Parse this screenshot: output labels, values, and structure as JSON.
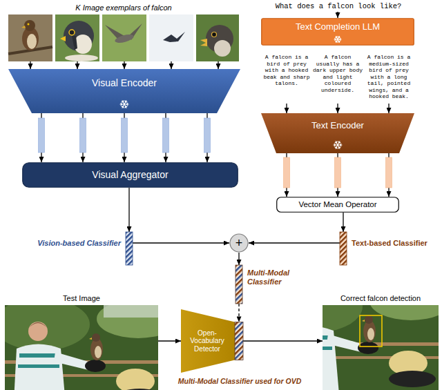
{
  "diagram": {
    "nodes": [
      {
        "text": [
          "K Image exemplars of falcon"
        ]
      },
      {
        "text": [
          "Text Completion LLM"
        ]
      },
      {
        "text": [
          "Visual Encoder"
        ]
      },
      {
        "text": [
          "Text Encoder"
        ]
      },
      {
        "text": [
          "Visual Aggregator"
        ]
      },
      {
        "text": [
          "Vector Mean Operator"
        ]
      },
      {
        "text": [
          "Vision-based Classifier"
        ]
      },
      {
        "text": [
          "+"
        ]
      },
      {
        "text": [
          "Text-based Classifier"
        ]
      },
      {
        "text": [
          "Multi-Modal Classifier"
        ]
      },
      {
        "text": [
          "Test Image"
        ]
      },
      {
        "text": [
          "Open-Vocabulary Detector"
        ]
      },
      {
        "text": [
          "Correct falcon detection"
        ]
      }
    ],
    "edges": [
      {
        "from": 0,
        "to": 2,
        "arrow": "to"
      },
      {
        "from": 0,
        "to": 2,
        "arrow": "to"
      },
      {
        "from": 0,
        "to": 2,
        "arrow": "to"
      },
      {
        "from": 0,
        "to": 2,
        "arrow": "to"
      },
      {
        "from": 0,
        "to": 2,
        "arrow": "to"
      },
      {
        "from": 2,
        "to": 4,
        "arrow": "to"
      },
      {
        "from": 2,
        "to": 4,
        "arrow": "to"
      },
      {
        "from": 2,
        "to": 4,
        "arrow": "to"
      },
      {
        "from": 2,
        "to": 4,
        "arrow": "to"
      },
      {
        "from": 2,
        "to": 4,
        "arrow": "to"
      },
      {
        "from": 3,
        "to": 5,
        "arrow": "to"
      },
      {
        "from": 3,
        "to": 5,
        "arrow": "to"
      },
      {
        "from": 3,
        "to": 5,
        "arrow": "to"
      },
      {
        "from": 4,
        "to": 6,
        "arrow": "to"
      },
      {
        "from": 5,
        "to": 8,
        "arrow": "to"
      },
      {
        "from": 6,
        "to": 7,
        "arrow": "to"
      },
      {
        "from": 8,
        "to": 7,
        "arrow": "to"
      },
      {
        "from": 7,
        "to": 9,
        "arrow": "to"
      },
      {
        "from": 9,
        "to": 11,
        "arrow": "to"
      },
      {
        "from": 10,
        "to": 11,
        "arrow": "to"
      },
      {
        "from": 11,
        "to": 12,
        "arrow": "to"
      }
    ],
    "labels": [
      "What does a falcon look like?",
      "A falcon is a bird of prey with a hooked beak and sharp talons.",
      "A falcon usually has a dark upper body and light coloured underside.",
      "A falcon is a medium-sized bird of prey with a long tail, pointed wings, and a hooked beak.",
      "Multi-Modal Classifier used for OVD"
    ]
  }
}
